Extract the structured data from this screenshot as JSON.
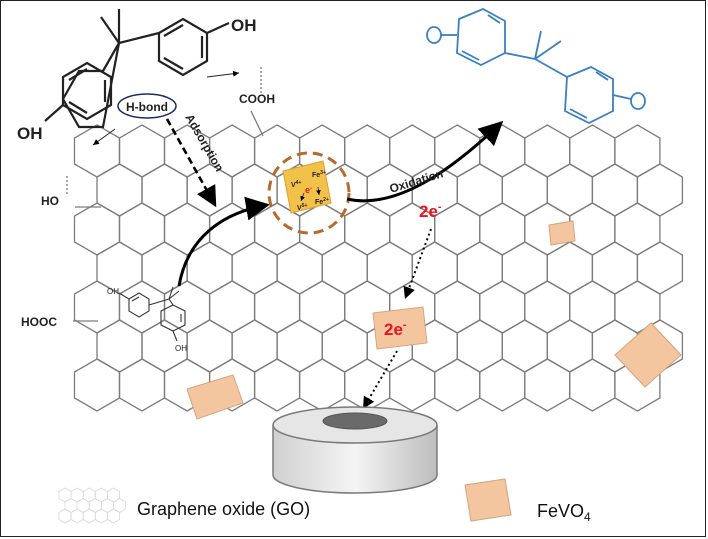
{
  "labels": {
    "oh_top": "OH",
    "oh_left": "OH",
    "hbond": "H-bond",
    "cooh": "COOH",
    "ho": "HO",
    "adsorption": "Adsorption",
    "oxidation": "Oxidation",
    "hooc": "HOOC",
    "electron_small": "e",
    "electron_sup": "-",
    "two_e_1": "2e",
    "two_e_1_sup": "-",
    "two_e_2": "2e",
    "two_e_2_sup": "-",
    "v_ion_1": "V",
    "v_ion_1_sup": "4+",
    "v_ion_2": "V",
    "v_ion_2_sup": "5+",
    "fe_ion_1": "Fe",
    "fe_ion_1_sup": "3+",
    "fe_ion_2": "Fe",
    "fe_ion_2_sup": "2+",
    "bpa_small_oh_top": "OH",
    "bpa_small_oh_bottom": "OH"
  },
  "legend": {
    "go_label": "Graphene oxide (GO)",
    "fevo4_label_main": "FeVO",
    "fevo4_label_sub": "4"
  },
  "colors": {
    "particle_fill": "#f3c6a0",
    "particle_stroke": "#d7a27c",
    "oxidized_product": "#3a7fc1",
    "graphene": "#7a7a7a",
    "circle_dashed": "#b86a2a",
    "electron_red": "#e8141e",
    "active_particle": "#f1c14a"
  }
}
